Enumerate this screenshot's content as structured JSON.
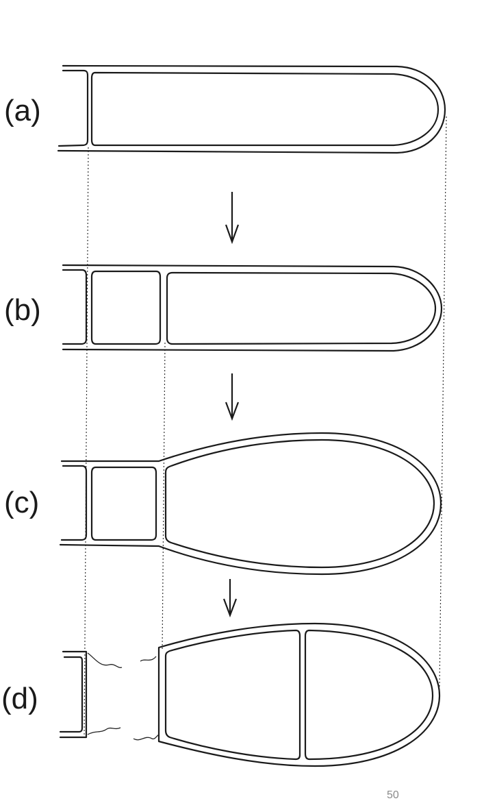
{
  "stages": [
    {
      "id": "a",
      "label": "(a)"
    },
    {
      "id": "b",
      "label": "(b)"
    },
    {
      "id": "c",
      "label": "(c)"
    },
    {
      "id": "d",
      "label": "(d)"
    }
  ],
  "page_number": "50"
}
